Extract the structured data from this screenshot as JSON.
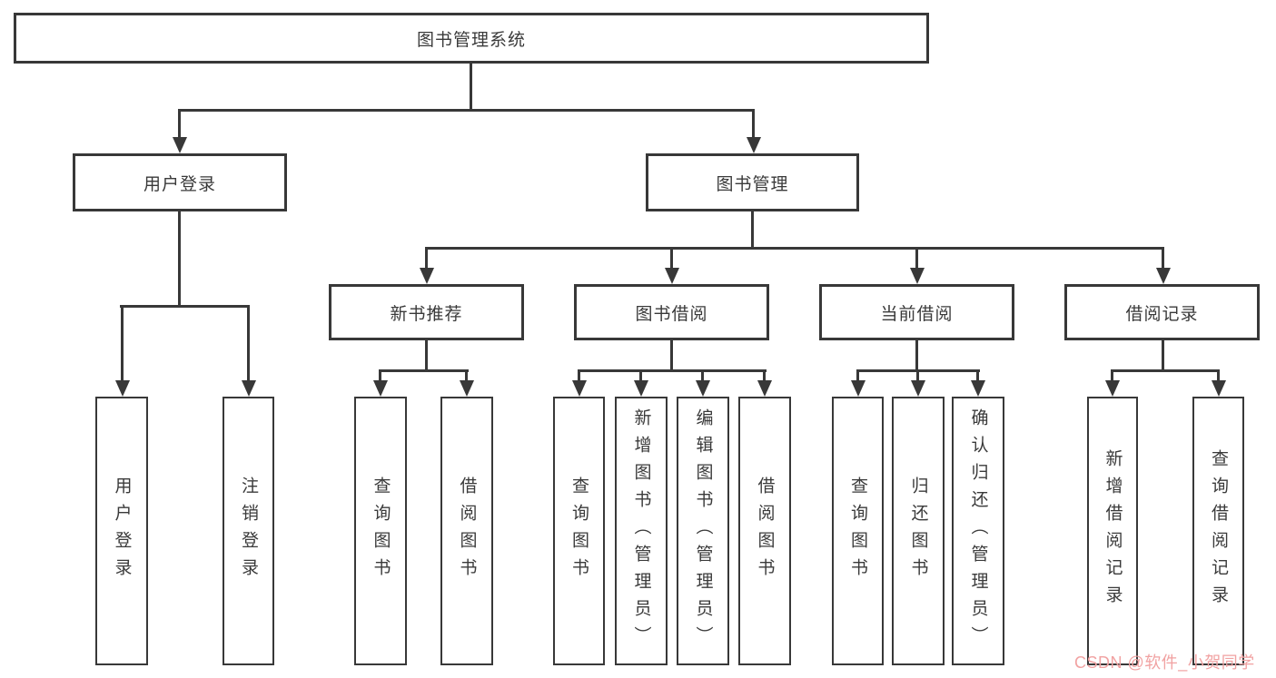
{
  "diagram": {
    "title": "图书管理系统",
    "level2": {
      "user_login": "用户登录",
      "book_management": "图书管理"
    },
    "level3": {
      "new_book_recommend": "新书推荐",
      "book_borrow": "图书借阅",
      "current_borrow": "当前借阅",
      "borrow_record": "借阅记录"
    },
    "leaves": {
      "user_login": "用户登录",
      "logout": "注销登录",
      "nb_query_book": "查询图书",
      "nb_borrow_book": "借阅图书",
      "bb_query_book": "查询图书",
      "bb_add_book": "新增图书（管理员）",
      "bb_edit_book": "编辑图书（管理员）",
      "bb_borrow_book": "借阅图书",
      "cb_query_book": "查询图书",
      "cb_return_book": "归还图书",
      "cb_confirm_return": "确认归还（管理员）",
      "br_add_record": "新增借阅记录",
      "br_query_record": "查询借阅记录"
    },
    "watermark": "CSDN @软件_小贺同学",
    "colors": {
      "line": "#383838",
      "text": "#3a3a3a",
      "watermark": "#f1a2a2",
      "background": "#ffffff"
    }
  }
}
